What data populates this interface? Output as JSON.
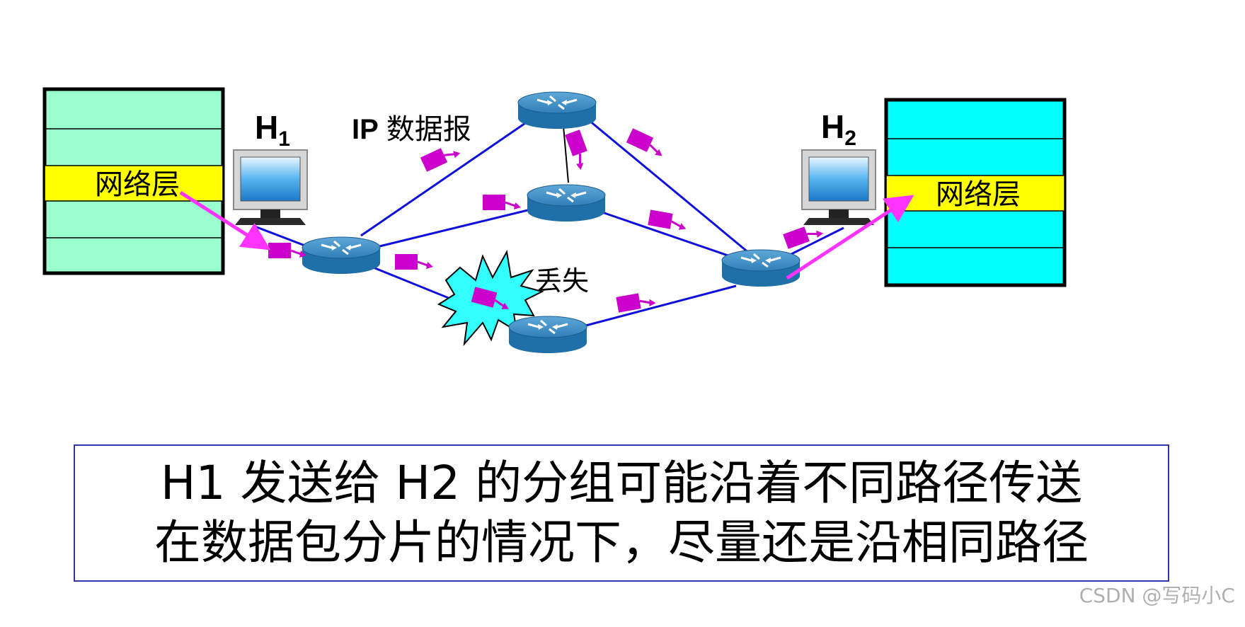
{
  "hosts": {
    "h1": {
      "label": "H",
      "sub": "1"
    },
    "h2": {
      "label": "H",
      "sub": "2"
    }
  },
  "left_stack": {
    "layer_label": "网络层"
  },
  "right_stack": {
    "layer_label": "网络层"
  },
  "ip_label": {
    "bold": "IP",
    "rest": " 数据报"
  },
  "loss_label": "丢失",
  "caption": {
    "line1": "H1 发送给 H2 的分组可能沿着不同路径传送",
    "line2": "在数据包分片的情况下，尽量还是沿相同路径"
  },
  "watermark": "CSDN @写码小C",
  "colors": {
    "left_stack_fill": "#99ffcc",
    "right_stack_fill": "#00ffff",
    "layer_highlight": "#ffff00",
    "link": "#1010dd",
    "packet": "#cc00cc",
    "arrow": "#ff33ff",
    "burst": "#33ffff"
  }
}
